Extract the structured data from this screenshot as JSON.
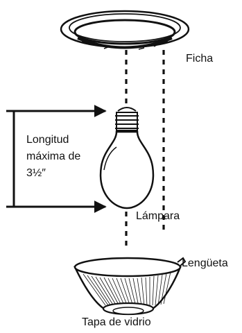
{
  "labels": {
    "ficha": "Ficha",
    "longitud_line1": "Longitud",
    "longitud_line2": "máxima de",
    "longitud_line3": "3½″",
    "lampara": "Lámpara",
    "lengueta": "Lengüeta",
    "tapa": "Tapa de vidrio"
  },
  "colors": {
    "line": "#111111",
    "background": "#ffffff"
  }
}
